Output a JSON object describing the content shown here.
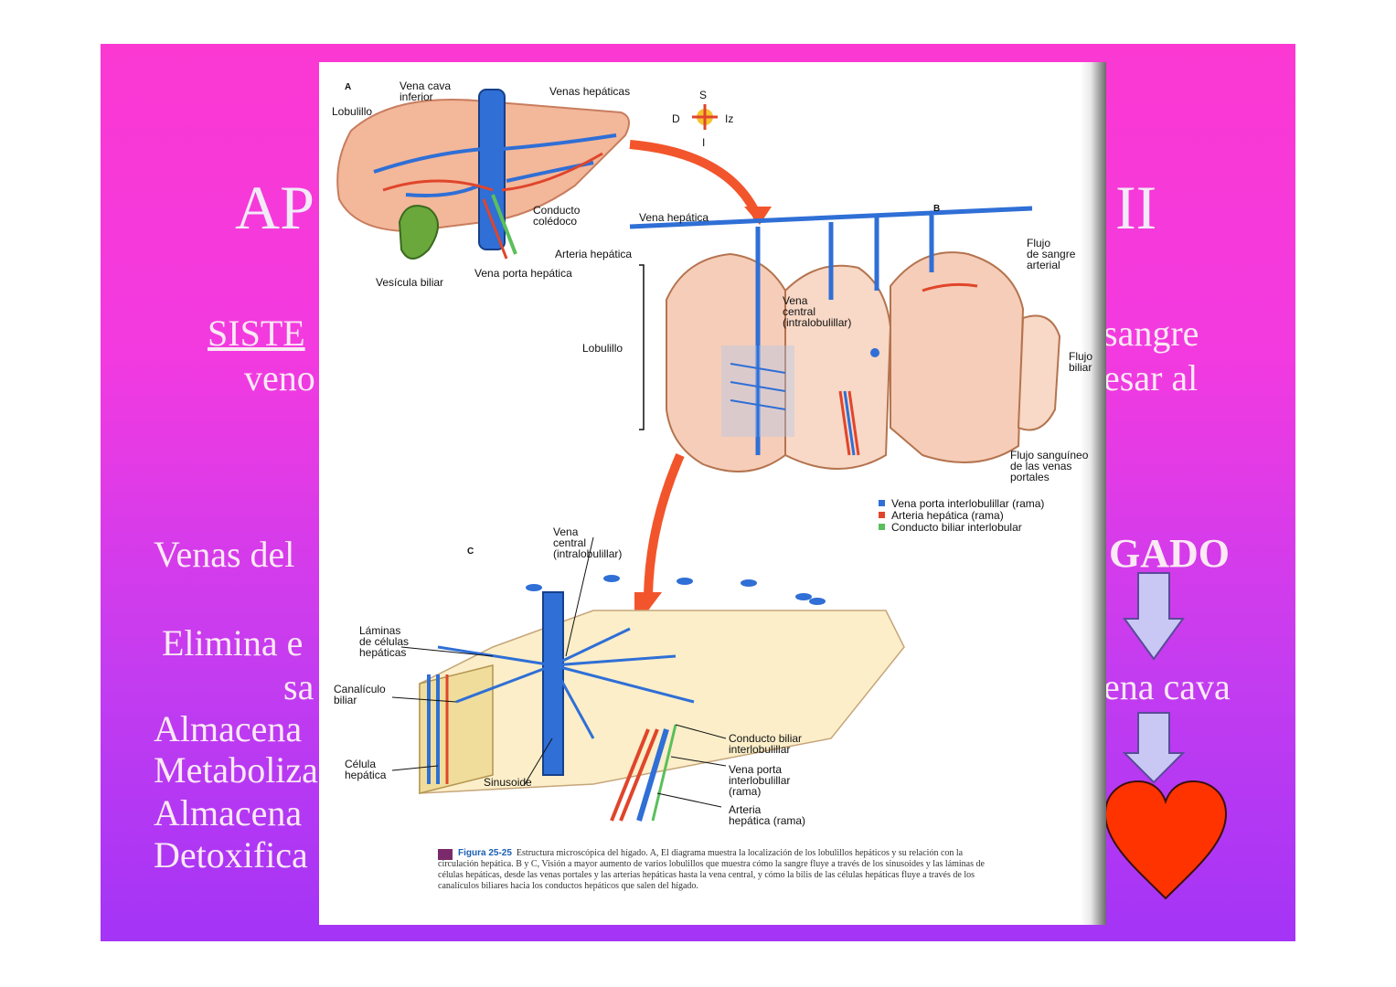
{
  "slide": {
    "title_left": "AP",
    "title_right": "II",
    "sistema_fragment": "SISTE",
    "sangre_fragment": "sangre",
    "veno_fragment": "veno",
    "esar_fragment": "esar al",
    "venas_fragment": "Venas del",
    "gado_fragment": "GADO",
    "elimina_fragment": "Elimina  e",
    "sa_fragment": "sa",
    "vena_cava_fragment": "ena cava",
    "list": [
      "Almacena",
      "Metaboliza",
      "Almacena",
      "Detoxifica"
    ]
  },
  "figure": {
    "panel_a": "A",
    "panel_b": "B",
    "panel_c": "C",
    "compass": {
      "s": "S",
      "d": "D",
      "iz": "Iz",
      "i": "I"
    },
    "labels_a": {
      "vena_cava": "Vena cava\ninferior",
      "venas_hepaticas": "Venas hepáticas",
      "lobulillo": "Lobulillo",
      "conducto": "Conducto\ncolédoco",
      "arteria": "Arteria hepática",
      "vena_porta": "Vena porta hepática",
      "vesicula": "Vesícula biliar"
    },
    "labels_b": {
      "vena_hepatica": "Vena hepática",
      "flujo_arterial": "Flujo\nde sangre\narterial",
      "vena_central": "Vena\ncentral\n(intralobulillar)",
      "lobulillo": "Lobulillo",
      "flujo_biliar": "Flujo\nbiliar",
      "flujo_portal": "Flujo sanguíneo\nde las venas\nportales"
    },
    "legend": [
      {
        "label": "Vena porta interlobulillar (rama)",
        "color": "#2f6fd6"
      },
      {
        "label": "Arteria hepática (rama)",
        "color": "#e0452b"
      },
      {
        "label": "Conducto biliar interlobular",
        "color": "#5bbf5b"
      }
    ],
    "labels_c": {
      "vena_central": "Vena\ncentral\n(intralobulillar)",
      "laminas": "Láminas\nde células\nhepáticas",
      "canaliculo": "Canalículo\nbiliar",
      "celula": "Célula\nhepática",
      "sinusoide": "Sinusoide",
      "conducto": "Conducto biliar\ninterlobulillar",
      "vena_porta": "Vena porta\ninterlobulillar\n(rama)",
      "arteria": "Arteria\nhepática (rama)"
    },
    "caption_fig": "Figura 25-25",
    "caption_text": "Estructura microscópica del hígado. A, El diagrama muestra la localización de los lobulillos hepáticos y su relación con la circulación hepática. B y C, Visión a mayor aumento de varios lobulillos que muestra cómo la sangre fluye a través de los sinusoides y las láminas de células hepáticas, desde las venas portales y las arterias hepáticas hasta la vena central, y cómo la bilis de las células hepáticas fluye a través de los canalículos biliares hacia los conductos hepáticos que salen del hígado."
  },
  "colors": {
    "vein": "#2f6fd6",
    "artery": "#e0452b",
    "bile": "#5bbf5b",
    "liver": "#f3b79a",
    "heart": "#ff3300",
    "arrow": "#c9c7f4"
  }
}
